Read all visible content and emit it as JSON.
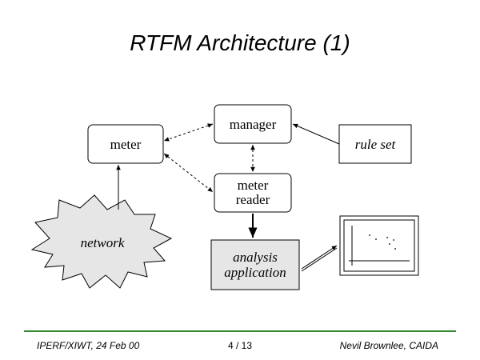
{
  "slide": {
    "title": "RTFM Architecture (1)"
  },
  "nodes": {
    "manager": "manager",
    "meter": "meter",
    "rule_set": "rule set",
    "meter_reader": [
      "meter",
      "reader"
    ],
    "network": "network",
    "analysis_application": [
      "analysis",
      "application"
    ]
  },
  "footer": {
    "left": "IPERF/XIWT,  24 Feb 00",
    "center": "4 / 13",
    "right": "Nevil Brownlee, CAIDA"
  },
  "colors": {
    "footer_rule": "#2f8a2f",
    "analysis_fill": "#e6e6e6"
  }
}
